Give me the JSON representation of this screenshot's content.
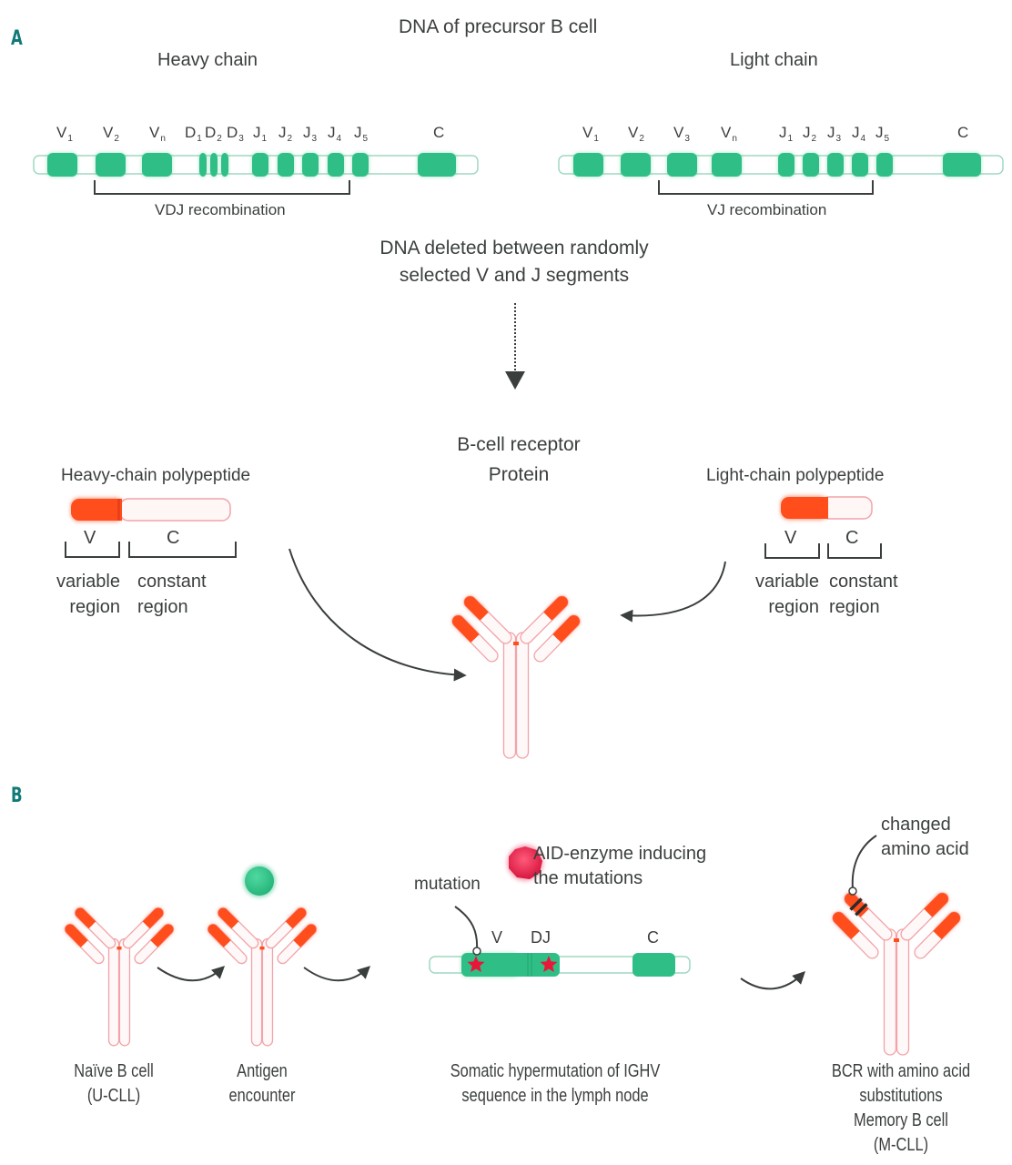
{
  "panel_a": {
    "letter": "A",
    "title": "DNA of precursor B cell",
    "heavy_chain": {
      "title": "Heavy chain",
      "segments": [
        {
          "base": "V",
          "sub": "1"
        },
        {
          "base": "V",
          "sub": "2"
        },
        {
          "base": "V",
          "sub": "n"
        },
        {
          "base": "D",
          "sub": "1"
        },
        {
          "base": "D",
          "sub": "2"
        },
        {
          "base": "D",
          "sub": "3"
        },
        {
          "base": "J",
          "sub": "1"
        },
        {
          "base": "J",
          "sub": "2"
        },
        {
          "base": "J",
          "sub": "3"
        },
        {
          "base": "J",
          "sub": "4"
        },
        {
          "base": "J",
          "sub": "5"
        },
        {
          "base": "C",
          "sub": ""
        }
      ],
      "bracket_label": "VDJ recombination"
    },
    "light_chain": {
      "title": "Light chain",
      "segments": [
        {
          "base": "V",
          "sub": "1"
        },
        {
          "base": "V",
          "sub": "2"
        },
        {
          "base": "V",
          "sub": "3"
        },
        {
          "base": "V",
          "sub": "n"
        },
        {
          "base": "J",
          "sub": "1"
        },
        {
          "base": "J",
          "sub": "2"
        },
        {
          "base": "J",
          "sub": "3"
        },
        {
          "base": "J",
          "sub": "4"
        },
        {
          "base": "J",
          "sub": "5"
        },
        {
          "base": "C",
          "sub": ""
        }
      ],
      "bracket_label": "VJ recombination"
    },
    "deletion_note": [
      "DNA deleted between randomly",
      "selected V and J segments"
    ],
    "receptor_title": [
      "B-cell receptor",
      "Protein"
    ],
    "heavy_polypeptide": {
      "title": "Heavy-chain polypeptide",
      "v_label": "V",
      "c_label": "C",
      "variable": [
        "variable",
        "region"
      ],
      "constant": [
        "constant",
        "region"
      ]
    },
    "light_polypeptide": {
      "title": "Light-chain polypeptide",
      "v_label": "V",
      "c_label": "C",
      "variable": [
        "variable",
        "region"
      ],
      "constant": [
        "constant",
        "region"
      ]
    }
  },
  "panel_b": {
    "letter": "B",
    "aid_label": [
      "AID-enzyme inducing",
      "the mutations"
    ],
    "mutation_label": "mutation",
    "gene_labels": {
      "v": "V",
      "dj": "DJ",
      "c": "C"
    },
    "changed_label": [
      "changed",
      "amino acid"
    ],
    "captions": [
      [
        "Naïve B cell",
        "(U-CLL)"
      ],
      [
        "Antigen",
        "encounter"
      ],
      [
        "Somatic hypermutation of IGHV",
        "sequence in the lymph node"
      ],
      [
        "BCR with amino acid",
        "substitutions",
        "Memory B cell",
        "(M-CLL)"
      ]
    ]
  },
  "colors": {
    "gene_segment": "#2fbf86",
    "variable_region": "#ff4d1c",
    "outline": "#f2a3a8",
    "text": "#3a3f3d",
    "panel_letter": "#117a78",
    "mutation_star": "#e8173a",
    "aid_enzyme": "#e5204d"
  }
}
